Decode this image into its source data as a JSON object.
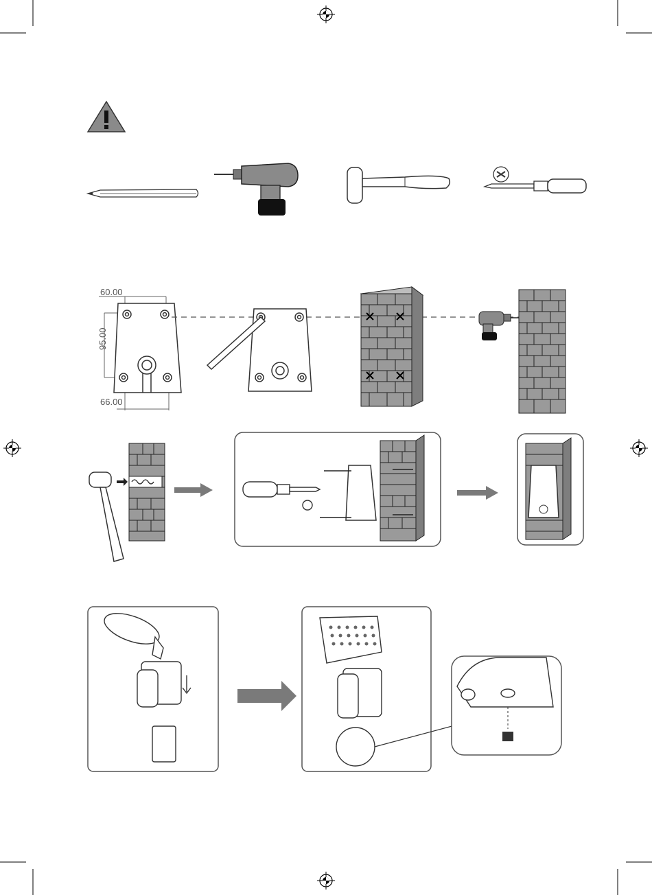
{
  "dimensions": {
    "top_width": "60.00",
    "height": "95.00",
    "bottom_width": "66.00"
  },
  "icons": {
    "warning": "warning-triangle-icon",
    "registration": "registration-mark-icon",
    "pencil": "pencil-icon",
    "drill": "drill-icon",
    "hammer": "hammer-icon",
    "screwdriver": "screwdriver-icon"
  },
  "colors": {
    "brick_fill": "#9a9a9a",
    "brick_line": "#222222",
    "arrow": "#7a7a7a",
    "outline": "#333333"
  }
}
